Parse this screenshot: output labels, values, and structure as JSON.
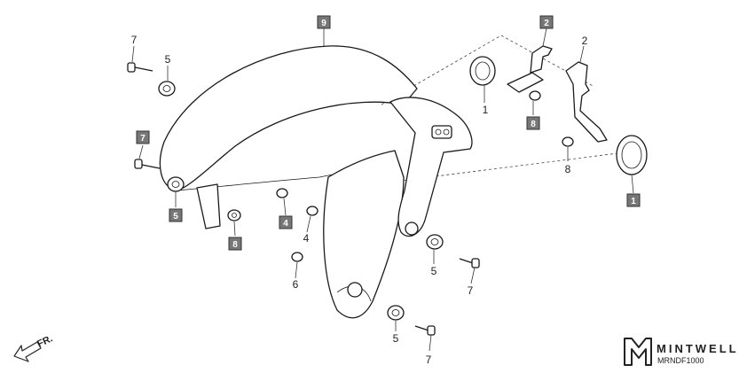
{
  "callouts": {
    "c7_top": "7",
    "c5_top": "5",
    "c9_top": "9",
    "c2_box": "2",
    "c2_plain": "2",
    "c1_plain": "1",
    "c8_box_top": "8",
    "c8_plain": "8",
    "c1_box": "1",
    "c7_box": "7",
    "c5_box": "5",
    "c8_box_bottom": "8",
    "c4_box": "4",
    "c4_plain": "4",
    "c6_plain": "6",
    "c5_mid": "5",
    "c7_mid": "7",
    "c5_bottom": "5",
    "c7_bottom": "7"
  },
  "direction_label": "FR.",
  "brand": {
    "name": "MINTWELL",
    "code": "MRNDF1000"
  },
  "colors": {
    "box_fill": "#777777",
    "line": "#1a1a1a"
  }
}
